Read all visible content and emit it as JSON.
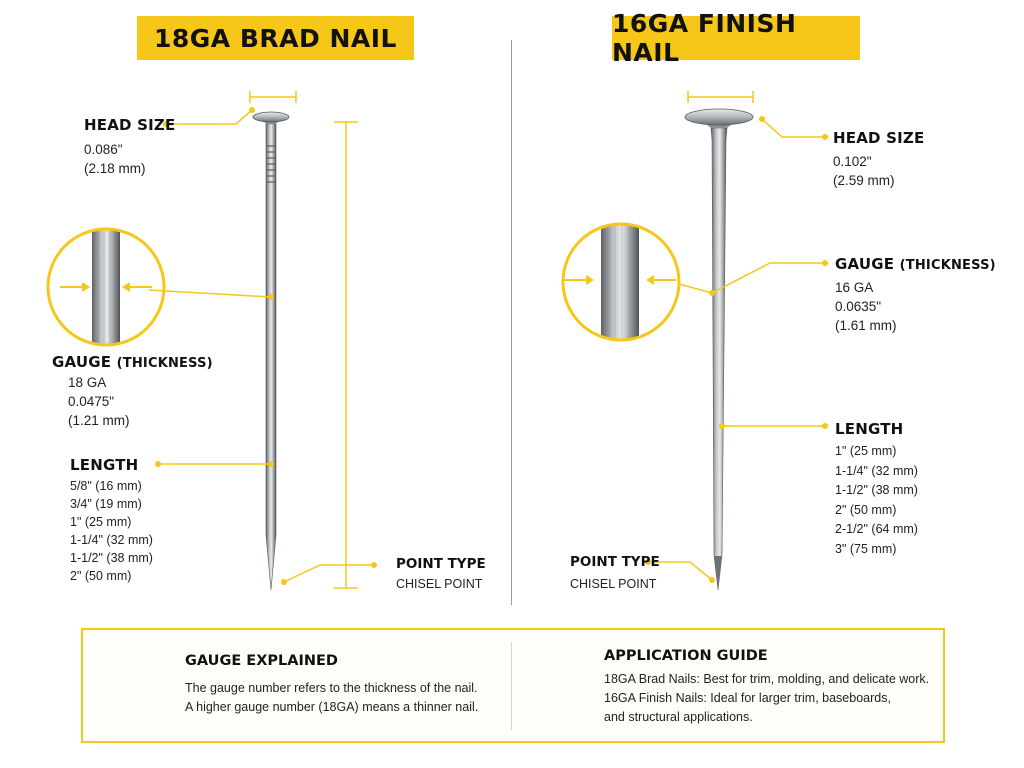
{
  "left": {
    "banner": "18GA BRAD NAIL",
    "head": {
      "title": "HEAD SIZE",
      "lines": [
        "0.086\"",
        "(2.18 mm)"
      ]
    },
    "gauge": {
      "title": "GAUGE",
      "title_suffix": "(THICKNESS)",
      "lines": [
        "18 GA",
        "0.0475\"",
        "(1.21 mm)"
      ]
    },
    "length": {
      "title": "LENGTH",
      "lines": [
        "5/8\" (16 mm)",
        "3/4\" (19 mm)",
        "1\" (25 mm)",
        "1-1/4\" (32 mm)",
        "1-1/2\" (38 mm)",
        "2\" (50 mm)"
      ]
    },
    "point": {
      "title": "POINT TYPE",
      "value": "CHISEL POINT"
    }
  },
  "right": {
    "banner": "16GA FINISH NAIL",
    "head": {
      "title": "HEAD SIZE",
      "lines": [
        "0.102\"",
        "(2.59 mm)"
      ]
    },
    "gauge": {
      "title": "GAUGE",
      "title_suffix": "(THICKNESS)",
      "lines": [
        "16 GA",
        "0.0635\"",
        "(1.61 mm)"
      ]
    },
    "length": {
      "title": "LENGTH",
      "lines": [
        "1\" (25 mm)",
        "1-1/4\" (32 mm)",
        "1-1/2\" (38 mm)",
        "2\" (50 mm)",
        "2-1/2\" (64 mm)",
        "3\" (75 mm)"
      ]
    },
    "point": {
      "title": "POINT TYPE",
      "value": "CHISEL POINT"
    }
  },
  "bottom": {
    "gauge_explained": {
      "title": "GAUGE EXPLAINED",
      "lines": [
        "The gauge number refers to the thickness of the nail.",
        "A higher gauge number (18GA) means a thinner nail."
      ],
      "icon": "nail-gun-icon"
    },
    "application_guide": {
      "title": "APPLICATION  GUIDE",
      "lines": [
        "18GA Brad Nails: Best for trim, molding, and delicate work.",
        "16GA Finish Nails: Ideal for larger trim, baseboards,",
        "and structural applications."
      ],
      "icon": "shield-check-icon"
    }
  },
  "colors": {
    "accent": "#f6c619",
    "text": "#1a1a1a",
    "steel": "#9ea2a6"
  }
}
